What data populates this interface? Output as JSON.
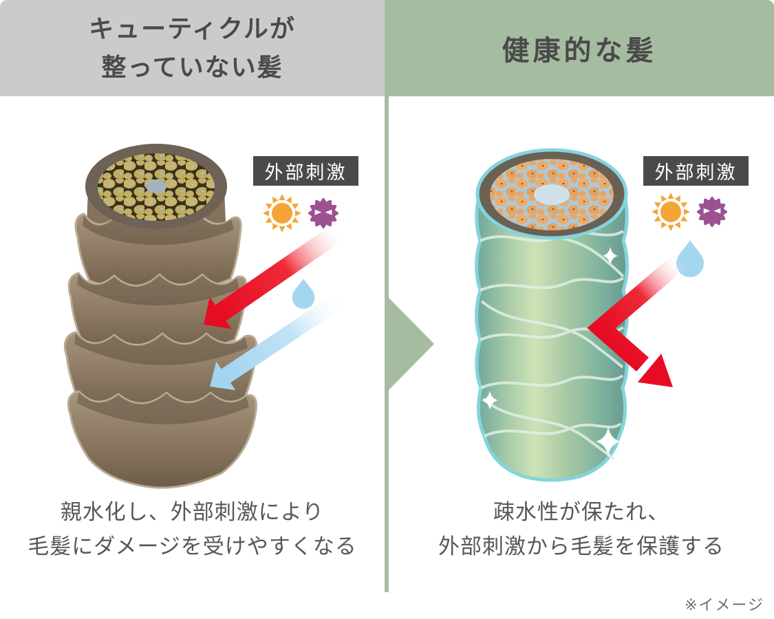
{
  "figure": {
    "footnote": "※イメージ"
  },
  "left_panel": {
    "header_line1": "キューティクルが",
    "header_line2": "整っていない髪",
    "stimulus_label": "外部刺激",
    "caption_line1": "親水化し、外部刺激により",
    "caption_line2": "毛髪にダメージを受けやすくなる",
    "icons": [
      "sun-icon",
      "virus-icon",
      "damage-arrow-icon",
      "water-drop-icon",
      "water-arrow-icon"
    ]
  },
  "right_panel": {
    "header": "健康的な髪",
    "stimulus_label": "外部刺激",
    "caption_line1": "疎水性が保たれ、",
    "caption_line2": "外部刺激から毛髪を保護する",
    "icons": [
      "sun-icon",
      "virus-icon",
      "water-drop-icon",
      "bounce-arrow-icon",
      "sparkle-icon"
    ]
  },
  "colors": {
    "left_header_bg": "#cbcbcb",
    "right_header_bg": "#a6bca0",
    "divider_green": "#a6bca0",
    "header_text": "#4a4a4a",
    "caption_text": "#57575a",
    "stimulus_label_bg": "#4a4a4a",
    "stimulus_label_text": "#ffffff",
    "damage_arrow_red": "#e60c23",
    "water_blue": "#a5d6ef",
    "sun_orange": "#f4a537",
    "virus_purple": "#9c5292",
    "damaged_hair_brown": "#8b7961",
    "healthy_hair_green": "#a6c9a5",
    "healthy_hair_outline": "#84d4da",
    "footnote_text": "#6e6e6e"
  }
}
